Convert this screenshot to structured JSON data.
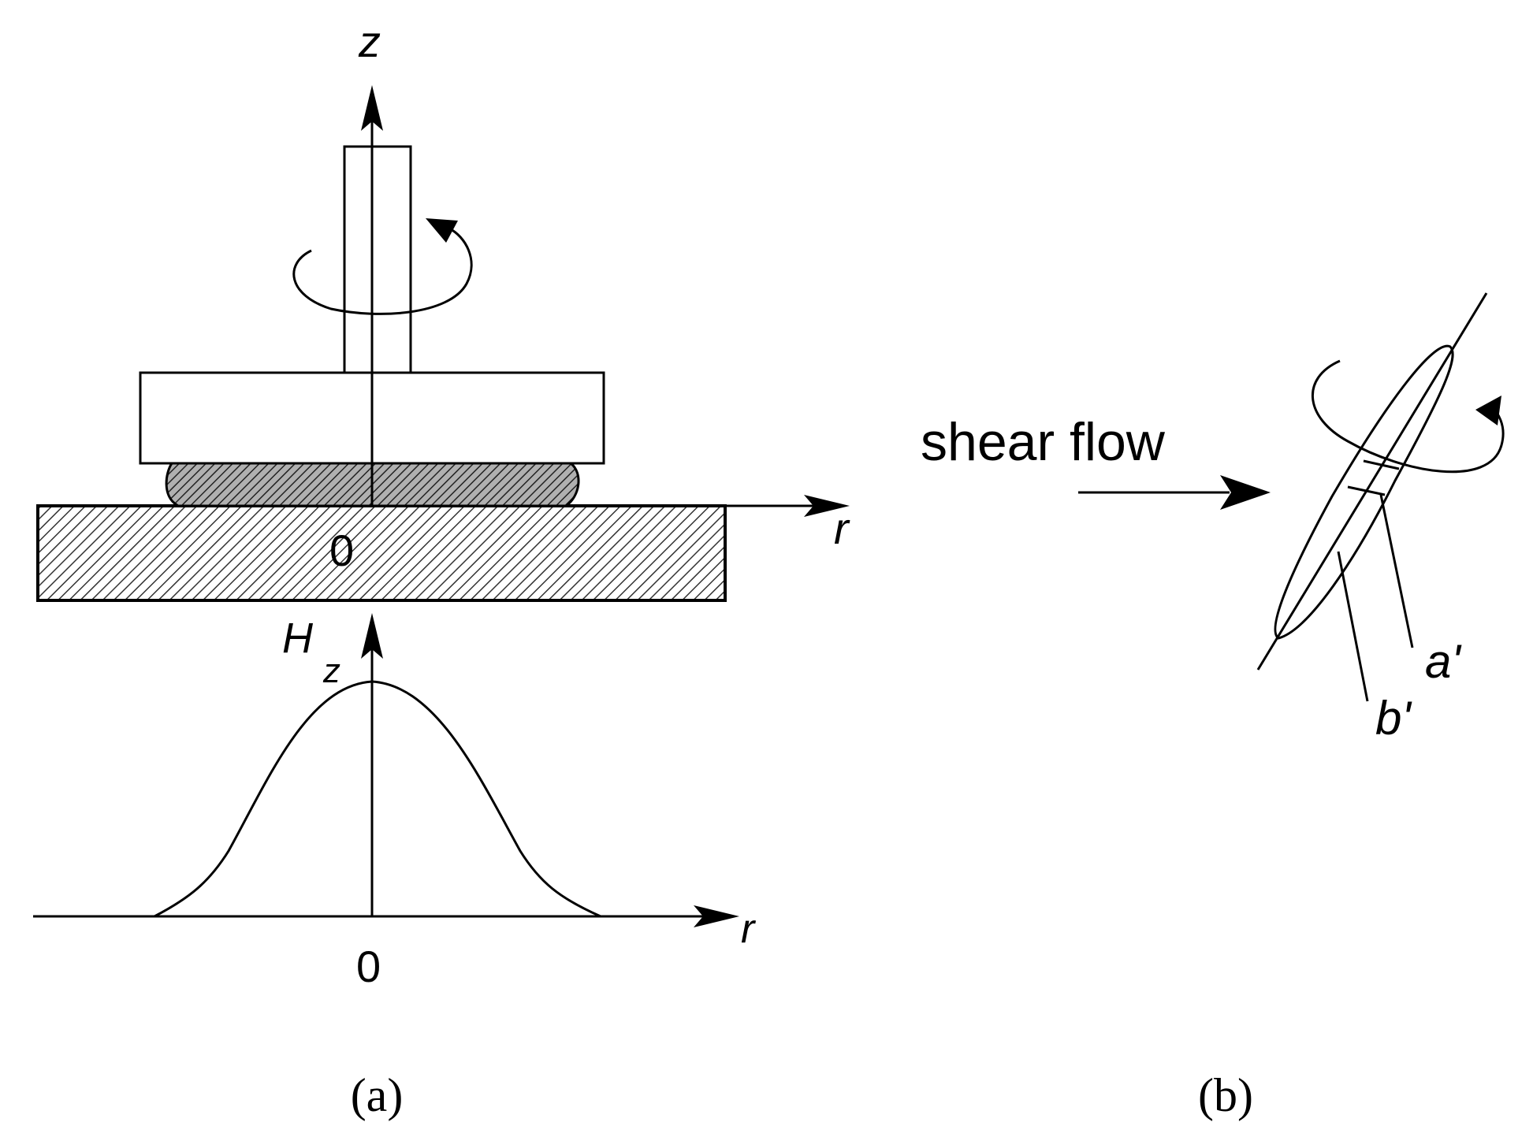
{
  "panel_a": {
    "axis_z_label": "z",
    "axis_r_label_top": "r",
    "origin_label_top": "0",
    "hz_label_main": "H",
    "hz_label_sub": "z",
    "axis_r_label_bottom": "r",
    "origin_label_bottom": "0",
    "caption": "(a)"
  },
  "panel_b": {
    "flow_label": "shear flow",
    "label_a": "a'",
    "label_b": "b'",
    "caption": "(b)"
  },
  "colors": {
    "ink": "#000000",
    "hatch_fill": "#a0a0a0",
    "background": "#ffffff"
  }
}
